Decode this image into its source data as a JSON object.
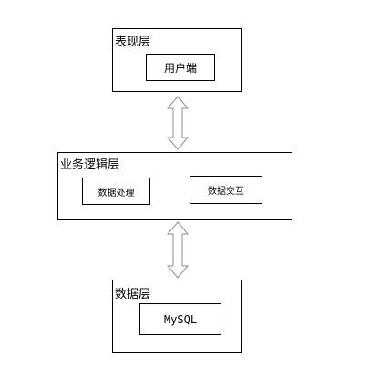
{
  "layers": {
    "presentation": {
      "title": "表现层",
      "box": "用户端"
    },
    "business": {
      "title": "业务逻辑层",
      "boxes": [
        "数据处理",
        "数据交互"
      ]
    },
    "data": {
      "title": "数据层",
      "box": "MySQL"
    }
  },
  "colors": {
    "line": "#000000",
    "arrow_stroke": "#8c8c8c",
    "background": "#ffffff"
  }
}
